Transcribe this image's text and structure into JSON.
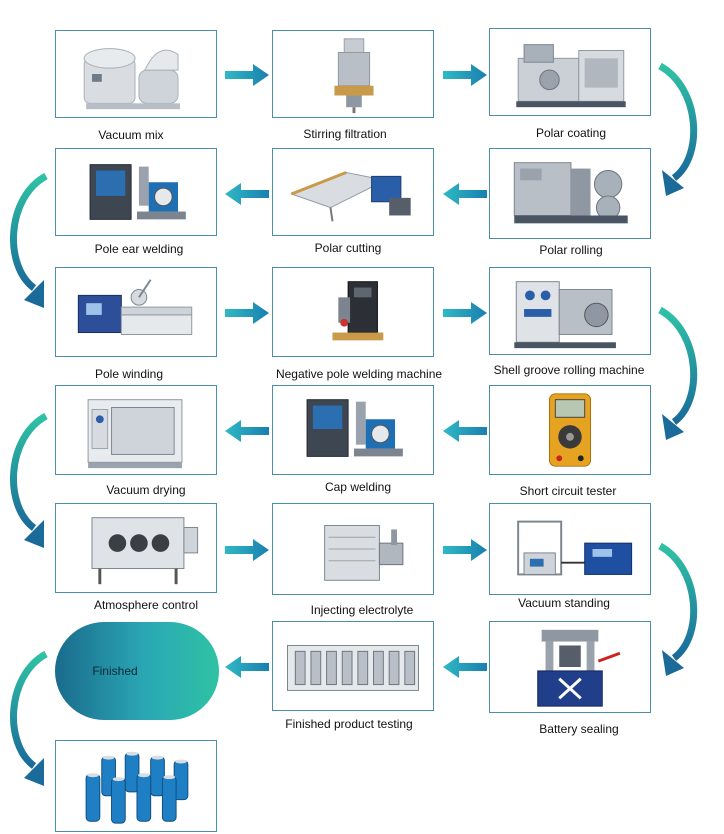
{
  "steps": [
    {
      "label": "Vacuum mix",
      "icon": "vacuum-mixer-machine-icon"
    },
    {
      "label": "Stirring filtration",
      "icon": "filtration-tower-icon"
    },
    {
      "label": "Polar coating",
      "icon": "coating-machine-icon"
    },
    {
      "label": "Polar rolling",
      "icon": "rolling-press-icon"
    },
    {
      "label": "Polar cutting",
      "icon": "cutting-table-icon"
    },
    {
      "label": "Pole ear welding",
      "icon": "ultrasonic-welder-icon"
    },
    {
      "label": "Pole winding",
      "icon": "winding-machine-icon"
    },
    {
      "label": "Negative pole welding machine",
      "icon": "spot-welder-icon"
    },
    {
      "label": "Shell groove rolling machine",
      "icon": "groove-roller-icon"
    },
    {
      "label": "Short circuit tester",
      "icon": "multimeter-icon"
    },
    {
      "label": "Cap welding",
      "icon": "cap-welder-icon"
    },
    {
      "label": "Vacuum drying",
      "icon": "vacuum-oven-icon"
    },
    {
      "label": "Atmosphere control",
      "icon": "glove-box-icon"
    },
    {
      "label": "Injecting electrolyte",
      "icon": "electrolyte-injector-icon"
    },
    {
      "label": "Vacuum standing",
      "icon": "vacuum-standing-machine-icon"
    },
    {
      "label": "Battery sealing",
      "icon": "crimping-press-icon"
    },
    {
      "label": "Finished product testing",
      "icon": "battery-tester-cabinet-icon"
    }
  ],
  "finished": {
    "label": "Finished",
    "icon": "cylindrical-batteries-icon"
  },
  "colors": {
    "border": "#4a8fa8",
    "arrow_teal": "#1fa3b0",
    "arrow_blue": "#1a6a9a",
    "finished_start": "#1a6b8c",
    "finished_end": "#2fc2a4"
  }
}
